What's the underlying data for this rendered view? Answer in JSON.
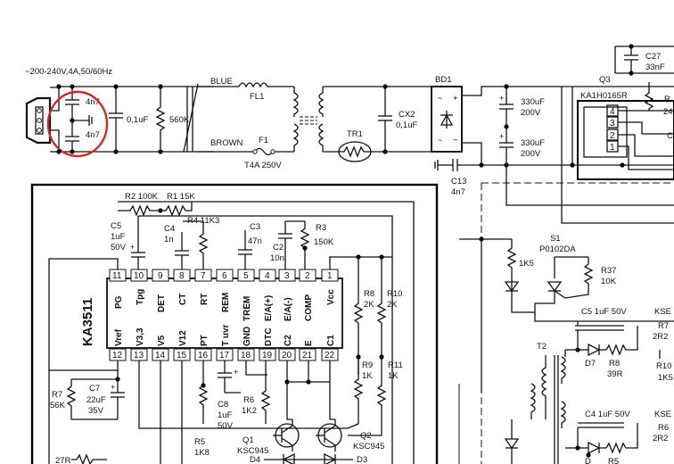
{
  "input": {
    "rating": "~200-240V,4A,50/60Hz"
  },
  "lines": {
    "blue": "BLUE",
    "brown": "BROWN"
  },
  "parts": {
    "c_x1a": "4n7",
    "c_x1b": "4n7",
    "c_in": "0,1uF",
    "r_in": "560K",
    "fl1": "FL1",
    "f1": "F1",
    "f1_val": "T4A 250V",
    "tr1": "TR1",
    "cx2": "CX2",
    "cx2_val": "0,1uF",
    "bd1": "BD1",
    "c_bulk1": "330uF",
    "c_bulk1_v": "200V",
    "c_bulk2": "330uF",
    "c_bulk2_v": "200V",
    "c13": "C13",
    "c13_val": "4n7",
    "c27": "C27",
    "c27_val": "33nF",
    "q3": "Q3",
    "q3_part": "KA1H0165R",
    "r_cut": "R",
    "r_cut_val": "24",
    "c_cut": "C",
    "r2": "R2 100K",
    "r1": "R1 15K",
    "r4": "R4 11K3",
    "c5": "C5",
    "c5_val": "1uF",
    "c5_v": "50V",
    "c4": "C4",
    "c4_val": "1n",
    "c3": "C3",
    "c3_val": "47n",
    "c2": "C2",
    "c2_val": "10n",
    "r3": "R3",
    "r3_val": "150K",
    "r8": "R8",
    "r8_val": "2K",
    "r10": "R10",
    "r10_val": "2K",
    "r9": "R9",
    "r9_val": "1K",
    "r11": "R11",
    "r11_val": "1K",
    "r7": "R7",
    "r7_val": "56K",
    "c7": "C7",
    "c7_val": "22uF",
    "c7_v": "35V",
    "r6": "R6",
    "r6_val": "1K2",
    "c8": "C8",
    "c8_val": "1uF",
    "c8_v": "50V",
    "r5": "R5",
    "r5_val": "1K8",
    "q1": "Q1",
    "q1_part": "KSC945",
    "q2": "Q2",
    "q2_part": "KSC945",
    "d4": "D4",
    "d3": "D3",
    "r27": "27R",
    "r_1k5": "1K5",
    "s1": "S1",
    "s1_part": "P0102DA",
    "r37": "R37",
    "r37_val": "10K",
    "t2": "T2",
    "c5b": "C5 1uF 50V",
    "c4b": "C4 1uF 50V",
    "r7b": "R7",
    "r7b_val": "2R2",
    "d7": "D7",
    "r8b": "R8",
    "r8b_val": "39R",
    "r10b": "R10",
    "r10b_val": "1K5",
    "r6b": "R6",
    "r6b_val": "2R2",
    "kse_a": "KSE",
    "kse_b": "KSE",
    "d_cut": "D",
    "r_cut2": "R5"
  },
  "ic": {
    "name": "KA3511",
    "top_pins": [
      {
        "num": "11",
        "name": "PG"
      },
      {
        "num": "10",
        "name": "Tpg"
      },
      {
        "num": "9",
        "name": "DET"
      },
      {
        "num": "8",
        "name": "CT"
      },
      {
        "num": "7",
        "name": "RT"
      },
      {
        "num": "6",
        "name": "REM"
      },
      {
        "num": "5",
        "name": "TREM"
      },
      {
        "num": "4",
        "name": "E/A(+)"
      },
      {
        "num": "3",
        "name": "E/A(-)"
      },
      {
        "num": "2",
        "name": "COMP"
      },
      {
        "num": "1",
        "name": "Vcc"
      }
    ],
    "bottom_pins": [
      {
        "num": "12",
        "name": "Vref"
      },
      {
        "num": "13",
        "name": "V3,3"
      },
      {
        "num": "14",
        "name": "V5"
      },
      {
        "num": "15",
        "name": "V12"
      },
      {
        "num": "16",
        "name": "PT"
      },
      {
        "num": "17",
        "name": "T uvr"
      },
      {
        "num": "18",
        "name": "GND"
      },
      {
        "num": "19",
        "name": "DTC"
      },
      {
        "num": "20",
        "name": "C2"
      },
      {
        "num": "21",
        "name": "E"
      },
      {
        "num": "22",
        "name": "C1"
      }
    ],
    "q3_pins": [
      "4",
      "3",
      "2",
      "1"
    ]
  },
  "colors": {
    "highlight": "#cc2a2a",
    "ink": "#111111"
  }
}
